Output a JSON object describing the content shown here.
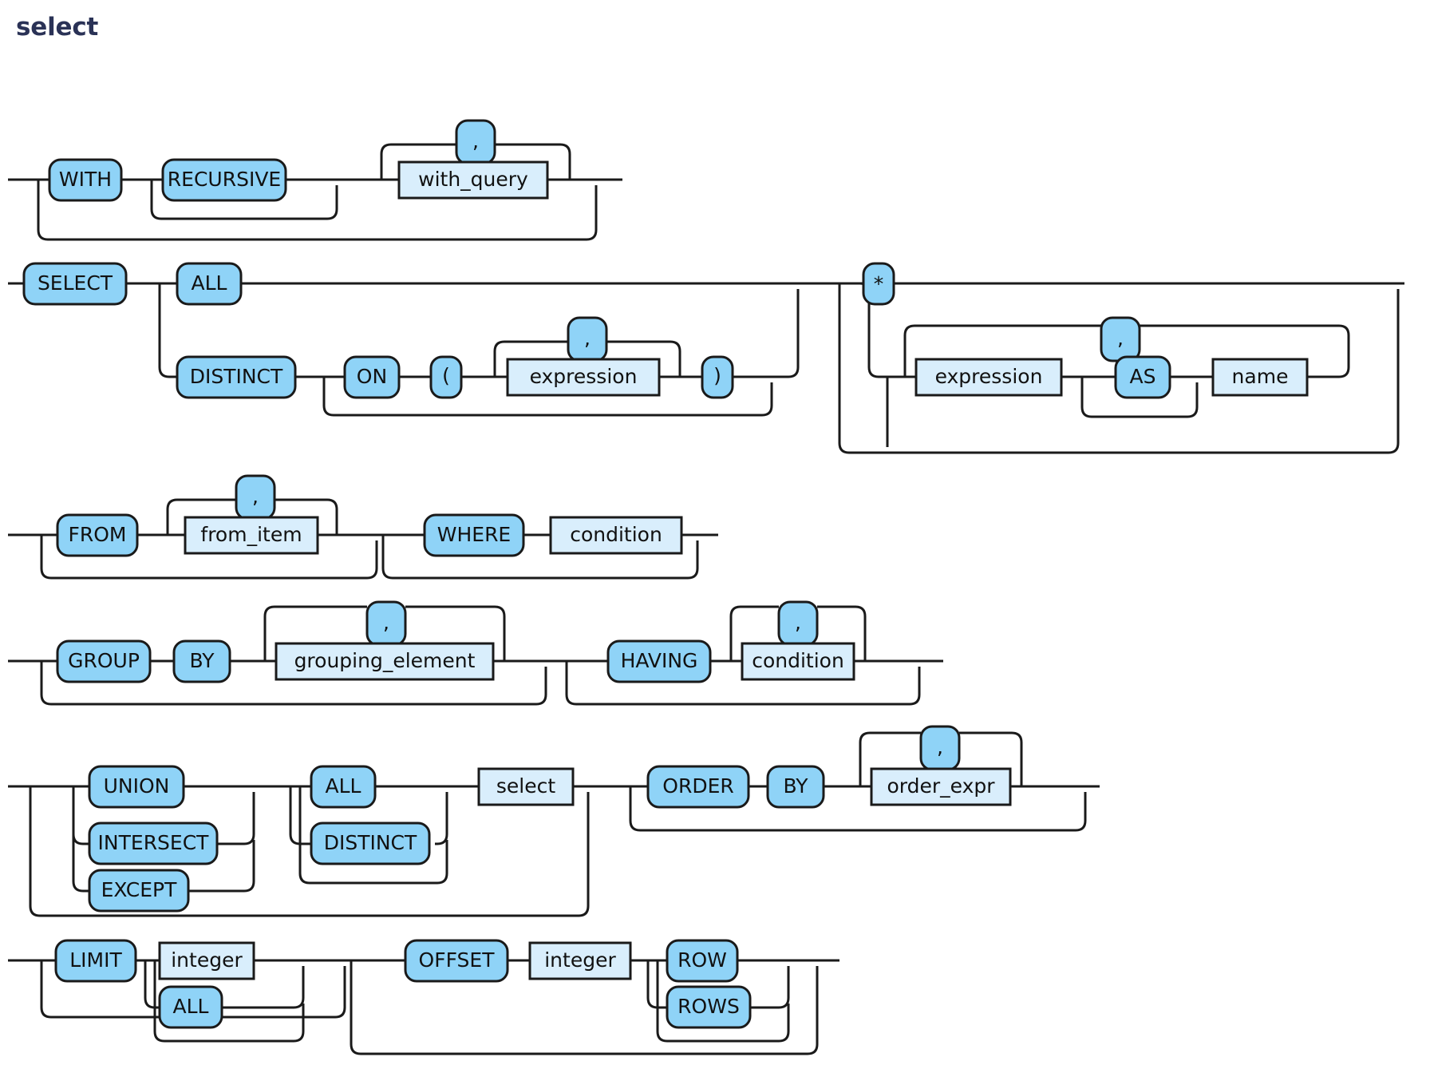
{
  "page": {
    "title": "select",
    "kind": "railroad-syntax-diagram",
    "grammar": "SQL SELECT statement"
  },
  "colors": {
    "background": "#ffffff",
    "title": "#2a3256",
    "terminal_fill": "#8fd3f7",
    "nonterminal_fill": "#d9eefc",
    "stroke": "#1a1a1a"
  },
  "rows": [
    {
      "id": "with-clause",
      "nodes": [
        {
          "id": "with-kw",
          "label": "WITH",
          "type": "terminal"
        },
        {
          "id": "recursive-kw",
          "label": "RECURSIVE",
          "type": "terminal"
        },
        {
          "id": "with-comma",
          "label": ",",
          "type": "terminal"
        },
        {
          "id": "with-query",
          "label": "with_query",
          "type": "nonterminal"
        }
      ]
    },
    {
      "id": "select-clause",
      "nodes": [
        {
          "id": "select-kw",
          "label": "SELECT",
          "type": "terminal"
        },
        {
          "id": "all-kw",
          "label": "ALL",
          "type": "terminal"
        },
        {
          "id": "distinct-kw",
          "label": "DISTINCT",
          "type": "terminal"
        },
        {
          "id": "on-kw",
          "label": "ON",
          "type": "terminal"
        },
        {
          "id": "lparen",
          "label": "(",
          "type": "terminal"
        },
        {
          "id": "on-comma",
          "label": ",",
          "type": "terminal"
        },
        {
          "id": "on-expression",
          "label": "expression",
          "type": "nonterminal"
        },
        {
          "id": "rparen",
          "label": ")",
          "type": "terminal"
        },
        {
          "id": "star",
          "label": "*",
          "type": "terminal"
        },
        {
          "id": "sel-comma",
          "label": ",",
          "type": "terminal"
        },
        {
          "id": "sel-expression",
          "label": "expression",
          "type": "nonterminal"
        },
        {
          "id": "as-kw",
          "label": "AS",
          "type": "terminal"
        },
        {
          "id": "name",
          "label": "name",
          "type": "nonterminal"
        }
      ]
    },
    {
      "id": "from-where-clause",
      "nodes": [
        {
          "id": "from-kw",
          "label": "FROM",
          "type": "terminal"
        },
        {
          "id": "from-comma",
          "label": ",",
          "type": "terminal"
        },
        {
          "id": "from-item",
          "label": "from_item",
          "type": "nonterminal"
        },
        {
          "id": "where-kw",
          "label": "WHERE",
          "type": "terminal"
        },
        {
          "id": "where-condition",
          "label": "condition",
          "type": "nonterminal"
        }
      ]
    },
    {
      "id": "group-having-clause",
      "nodes": [
        {
          "id": "group-kw",
          "label": "GROUP",
          "type": "terminal"
        },
        {
          "id": "group-by-kw",
          "label": "BY",
          "type": "terminal"
        },
        {
          "id": "group-comma",
          "label": ",",
          "type": "terminal"
        },
        {
          "id": "grouping-element",
          "label": "grouping_element",
          "type": "nonterminal"
        },
        {
          "id": "having-kw",
          "label": "HAVING",
          "type": "terminal"
        },
        {
          "id": "having-comma",
          "label": ",",
          "type": "terminal"
        },
        {
          "id": "having-condition",
          "label": "condition",
          "type": "nonterminal"
        }
      ]
    },
    {
      "id": "setop-order-clause",
      "nodes": [
        {
          "id": "union-kw",
          "label": "UNION",
          "type": "terminal"
        },
        {
          "id": "intersect-kw",
          "label": "INTERSECT",
          "type": "terminal"
        },
        {
          "id": "except-kw",
          "label": "EXCEPT",
          "type": "terminal"
        },
        {
          "id": "setop-all-kw",
          "label": "ALL",
          "type": "terminal"
        },
        {
          "id": "setop-dist-kw",
          "label": "DISTINCT",
          "type": "terminal"
        },
        {
          "id": "select-ref",
          "label": "select",
          "type": "nonterminal"
        },
        {
          "id": "order-kw",
          "label": "ORDER",
          "type": "terminal"
        },
        {
          "id": "order-by-kw",
          "label": "BY",
          "type": "terminal"
        },
        {
          "id": "order-comma",
          "label": ",",
          "type": "terminal"
        },
        {
          "id": "order-expr",
          "label": "order_expr",
          "type": "nonterminal"
        }
      ]
    },
    {
      "id": "limit-offset-clause",
      "nodes": [
        {
          "id": "limit-kw",
          "label": "LIMIT",
          "type": "terminal"
        },
        {
          "id": "limit-integer",
          "label": "integer",
          "type": "nonterminal"
        },
        {
          "id": "limit-all-kw",
          "label": "ALL",
          "type": "terminal"
        },
        {
          "id": "offset-kw",
          "label": "OFFSET",
          "type": "terminal"
        },
        {
          "id": "offset-integer",
          "label": "integer",
          "type": "nonterminal"
        },
        {
          "id": "row-kw",
          "label": "ROW",
          "type": "terminal"
        },
        {
          "id": "rows-kw",
          "label": "ROWS",
          "type": "terminal"
        }
      ]
    }
  ]
}
